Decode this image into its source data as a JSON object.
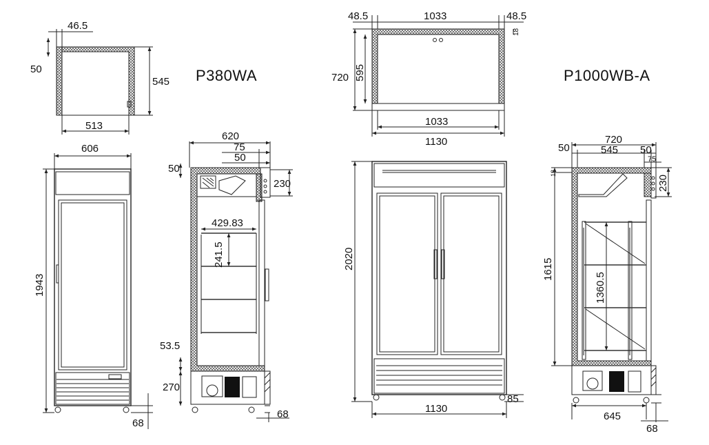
{
  "models": {
    "left": "P380WA",
    "right": "P1000WB-A"
  },
  "p380_top": {
    "wall_thickness": "46.5",
    "top_offset": "50",
    "depth": "545",
    "inner_width": "513"
  },
  "p380_front": {
    "width": "606",
    "height": "1943",
    "foot": "68"
  },
  "p380_side": {
    "depth": "620",
    "door_depth": "75",
    "door_gap": "50",
    "top_wall": "50",
    "canopy": "230",
    "shelf_depth": "429.83",
    "shelf_pitch": "241.5",
    "bottom_wall": "53.5",
    "base_height": "270",
    "foot": "68"
  },
  "p1000_top": {
    "left_wall": "48.5",
    "inner_width": "1033",
    "right_wall": "48.5",
    "wall": "18",
    "total_depth": "720",
    "inner_depth": "595",
    "inner_width_bottom": "1033",
    "outer_width": "1130"
  },
  "p1000_front": {
    "height": "2020",
    "width": "1130",
    "foot": "85"
  },
  "p1000_side": {
    "depth": "720",
    "back_gap": "50",
    "inner_depth": "545",
    "front_gap": "50",
    "door_depth": "75",
    "canopy": "230",
    "top_wall": "18",
    "inner_height": "1615",
    "shelf_span": "1360.5",
    "base_depth": "645",
    "foot": "68"
  },
  "colors": {
    "line": "#222222",
    "background": "#ffffff"
  }
}
